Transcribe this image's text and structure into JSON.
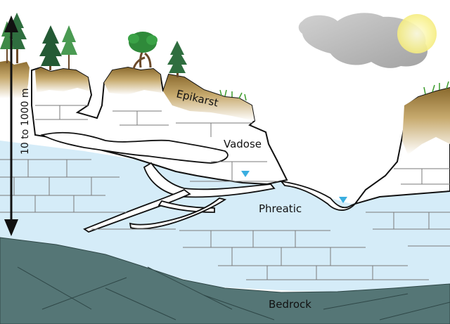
{
  "diagram": {
    "labels": {
      "depth": "10 to 1000 m",
      "epikarst": "Epikarst",
      "vadose": "Vadose",
      "phreatic": "Phreatic",
      "bedrock": "Bedrock"
    },
    "zones": [
      "Epikarst",
      "Vadose",
      "Phreatic",
      "Bedrock"
    ],
    "icons": [
      "sun-icon",
      "cloud-icon",
      "tree-icon",
      "water-table-marker-icon",
      "double-arrow-icon"
    ],
    "colors": {
      "sky": "#ffffff",
      "phreatic_water": "#d5ecf8",
      "bedrock": "#557676",
      "soil": "#9a7a3f",
      "grass": "#3a9a2a",
      "water_marker": "#3aaee0",
      "sun": "#fbf7a8",
      "cloud": "#bdbdbd"
    }
  }
}
